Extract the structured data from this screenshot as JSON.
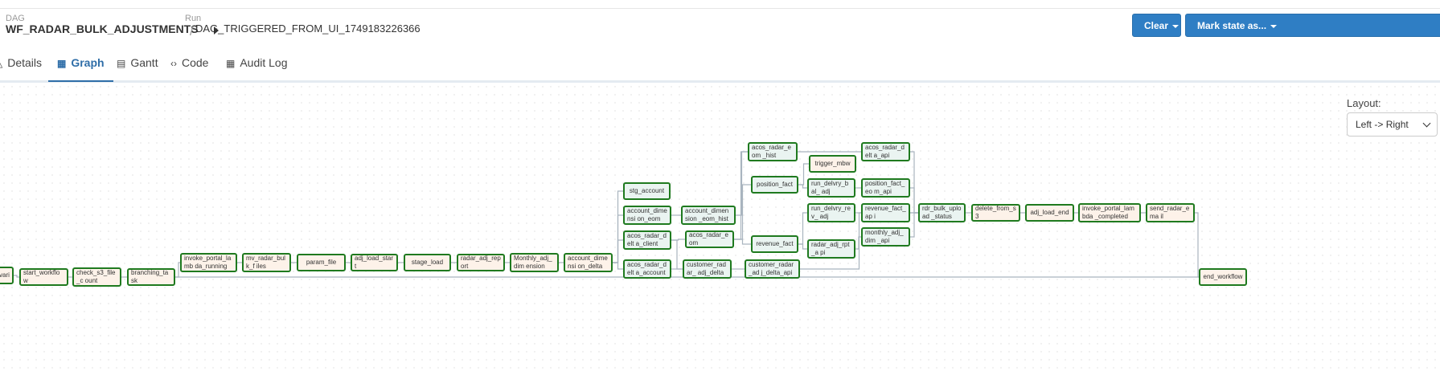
{
  "header": {
    "dag_label": "DAG",
    "dag_name": "WF_RADAR_BULK_ADJUSTMENTS",
    "separator": "/",
    "run_label": "Run",
    "run_id": "DAG_TRIGGERED_FROM_UI_1749183226366",
    "clear_button": "Clear",
    "mark_state_button": "Mark state as..."
  },
  "tabs": [
    {
      "label": "Details",
      "icon": "details-icon"
    },
    {
      "label": "Graph",
      "icon": "graph-icon",
      "active": true
    },
    {
      "label": "Gantt",
      "icon": "gantt-icon"
    },
    {
      "label": "Code",
      "icon": "code-icon"
    },
    {
      "label": "Audit Log",
      "icon": "audit-log-icon"
    }
  ],
  "layout": {
    "label": "Layout:",
    "selected": "Left -> Right"
  },
  "colors": {
    "node_border": "#1f7a1f",
    "python_node": "#fdf2e9",
    "taskgroup_node": "#eaf4f1",
    "edge": "#a9b4bf",
    "button": "#2f7ec4",
    "active_tab": "#2f6ea8"
  },
  "graph": {
    "nodes": [
      {
        "id": "set_vari",
        "label": "vari"
      },
      {
        "id": "start_workflow",
        "label": "start_workflow"
      },
      {
        "id": "check_s3_file_count",
        "label": "check_s3_file_c ount"
      },
      {
        "id": "branching_task",
        "label": "branching_task"
      },
      {
        "id": "invoke_portal_lambda_running",
        "label": "invoke_portal_lamb da_running"
      },
      {
        "id": "mv_radar_bulk_files",
        "label": "mv_radar_bulk_f iles"
      },
      {
        "id": "param_file",
        "label": "param_file"
      },
      {
        "id": "adj_load_start",
        "label": "adj_load_start"
      },
      {
        "id": "stage_load",
        "label": "stage_load"
      },
      {
        "id": "radar_adj_report",
        "label": "radar_adj_report"
      },
      {
        "id": "Monthly_adj_dimension",
        "label": "Monthly_adj_dim ension"
      },
      {
        "id": "account_dimension_delta",
        "label": "account_dimensi on_delta"
      },
      {
        "id": "stg_account",
        "label": "stg_account"
      },
      {
        "id": "account_dimension_eom",
        "label": "account_dimensi on_eom"
      },
      {
        "id": "acos_radar_delta_client",
        "label": "acos_radar_delt a_client"
      },
      {
        "id": "acos_radar_delta_account",
        "label": "acos_radar_delt a_account"
      },
      {
        "id": "account_dimension_eom_hist",
        "label": "account_dimension _eom_hist"
      },
      {
        "id": "acos_radar_eom",
        "label": "acos_radar_eom"
      },
      {
        "id": "customer_radar_adj_delta",
        "label": "customer_radar_ adj_delta"
      },
      {
        "id": "acos_radar_eom_hist",
        "label": "acos_radar_eom _hist"
      },
      {
        "id": "position_fact",
        "label": "position_fact"
      },
      {
        "id": "revenue_fact",
        "label": "revenue_fact"
      },
      {
        "id": "customer_radar_adj_delta_api",
        "label": "customer_radar_ad j_delta_api"
      },
      {
        "id": "trigger_mbw",
        "label": "trigger_mbw"
      },
      {
        "id": "run_delvry_bal_adj",
        "label": "run_delvry_bal_ adj"
      },
      {
        "id": "run_delvry_rev_adj",
        "label": "run_delvry_rev_ adj"
      },
      {
        "id": "radar_adj_rpt_api",
        "label": "radar_adj_rpt_a pi"
      },
      {
        "id": "acos_radar_delta_api",
        "label": "acos_radar_delt a_api"
      },
      {
        "id": "position_fact_eom_api",
        "label": "position_fact_eo m_api"
      },
      {
        "id": "revenue_fact_api",
        "label": "revenue_fact_ap i"
      },
      {
        "id": "monthly_adj_dim_api",
        "label": "monthly_adj_dim _api"
      },
      {
        "id": "rdr_bulk_upload_status",
        "label": "rdr_bulk_upload _status"
      },
      {
        "id": "delete_from_s3",
        "label": "delete_from_s3"
      },
      {
        "id": "adj_load_end",
        "label": "adj_load_end"
      },
      {
        "id": "invoke_portal_lambda_completed",
        "label": "invoke_portal_lambda _completed"
      },
      {
        "id": "send_radar_email",
        "label": "send_radar_ema il"
      },
      {
        "id": "end_workflow",
        "label": "end_workflow"
      }
    ]
  }
}
